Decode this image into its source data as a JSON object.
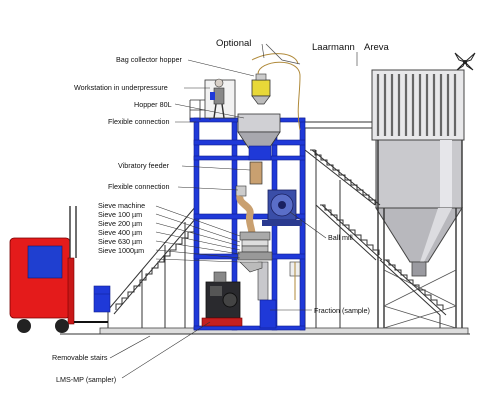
{
  "diagram": {
    "top_labels": {
      "optional": "Optional",
      "company": "Laarmann",
      "company2": "Areva"
    },
    "labels": {
      "bag_collector": "Bag collector hopper",
      "workstation": "Workstation in underpressure",
      "hopper": "Hopper 80L",
      "flex1": "Flexible connection",
      "vibratory": "Vibratory feeder",
      "flex2": "Flexible connection",
      "sieve_machine": "Sieve machine",
      "sieve_100": "Sieve 100 µm",
      "sieve_200": "Sieve 200 µm",
      "sieve_400": "Sieve 400 µm",
      "sieve_630": "Sieve 630 µm",
      "sieve_1000": "Sieve 1000µm",
      "ball_mill": "Ball mill",
      "fraction": "Fraction (sample)",
      "removable_stairs": "Removable stairs",
      "lms_mp": "LMS-MP (sampler)"
    },
    "colors": {
      "frame_blue": "#1f39d8",
      "forklift_red": "#e41b1b",
      "forklift_window": "#1f3fd0",
      "silo_gray": "#c8c8cc",
      "line_gray": "#555555",
      "cable_orange": "#b08a3a"
    }
  }
}
